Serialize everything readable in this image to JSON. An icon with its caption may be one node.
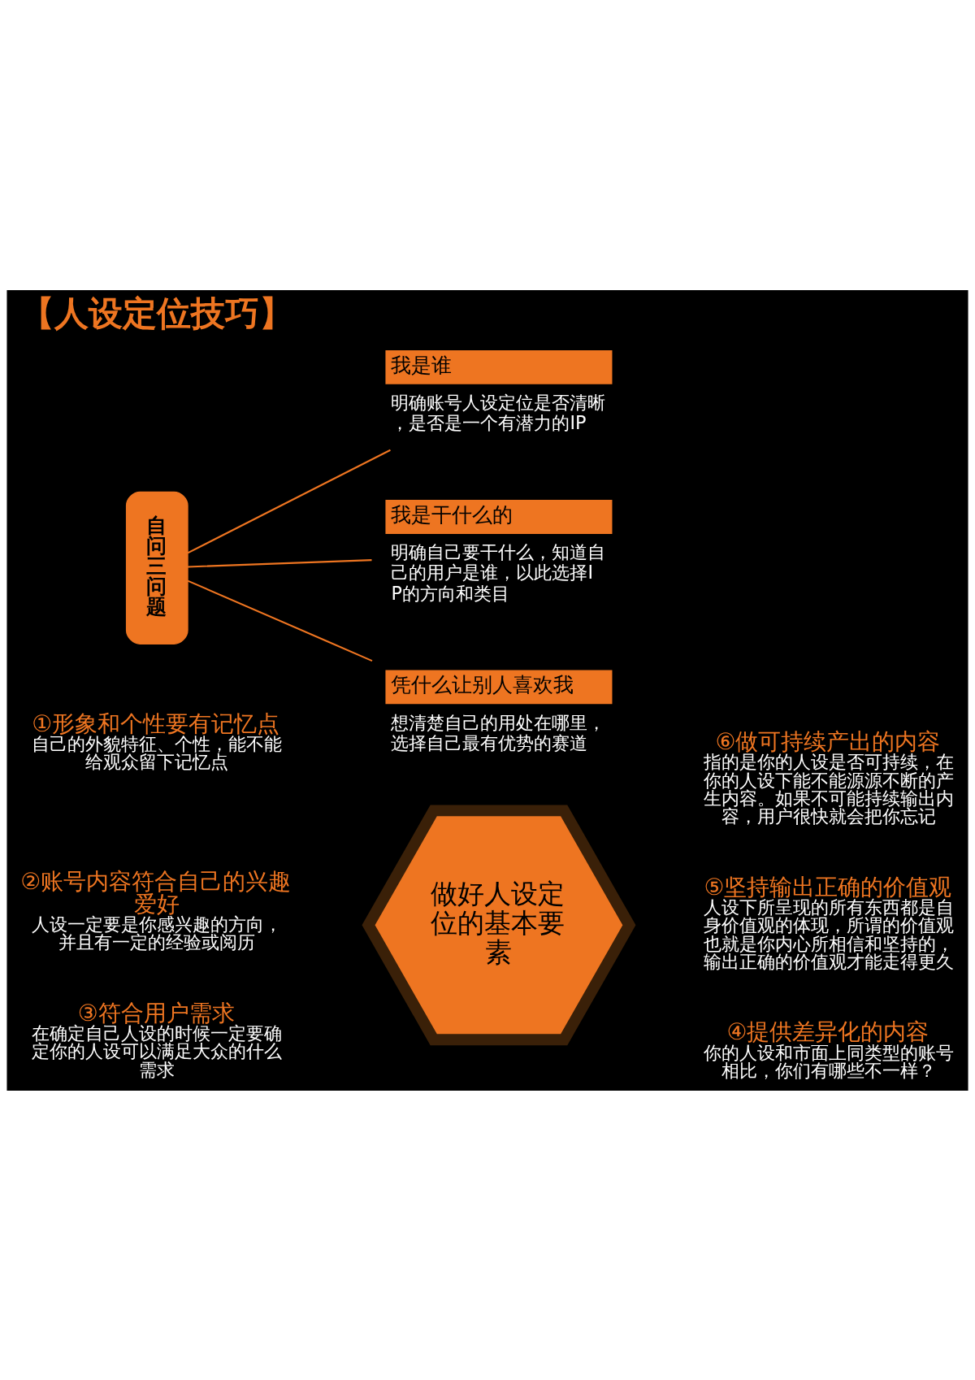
{
  "diagram": {
    "title": "【人设定位技巧】",
    "nodes": [
      {
        "text": [
          "自问三问题"
        ]
      },
      {
        "text": [
          "我是谁"
        ],
        "beside": [
          "明确账号人设定位是否清晰，是否是一个有潜力的IP"
        ]
      },
      {
        "text": [
          "我是干什么的"
        ],
        "beside": [
          "明确自己要干什么，知道自己的用户是谁，以此选择IP的方向和类目"
        ]
      },
      {
        "text": [
          "凭什么让别人喜欢我"
        ],
        "beside": [
          "想清楚自己的用处在哪里，选择自己最有优势的赛道"
        ]
      },
      {
        "text": [
          "做好人设定位的基本要素"
        ]
      }
    ],
    "edges": [
      {
        "from": 0,
        "to": 1,
        "arrow": "none"
      },
      {
        "from": 0,
        "to": 2,
        "arrow": "none"
      },
      {
        "from": 0,
        "to": 3,
        "arrow": "none"
      }
    ],
    "labels": [
      "⑥做可持续产出的内容",
      "指的是你的人设是否可持续，在你的人设下能不能源源不断的产生内容。如果不可能持续输出内容，用户很快就会把你忘记",
      "①形象和个性要有记忆点",
      "自己的外貌特征、个性，能不能给观众留下记忆点",
      "②账号内容符合自己的兴趣爱好",
      "人设一定要是你感兴趣的方向，并且有一定的经验或阅历",
      "⑤坚持输出正确的价值观",
      "人设下所呈现的所有东西都是自身价值观的体现，所谓的价值观也就是你内心所相信和坚持的，输出正确的价值观才能走得更久",
      "③符合用户需求",
      "在确定自己人设的时候一定要确定你的人设可以满足大众的什么需求",
      "④提供差异化的内容",
      "你的人设和市面上同类型的账号相比，你们有哪些不一样？"
    ]
  }
}
